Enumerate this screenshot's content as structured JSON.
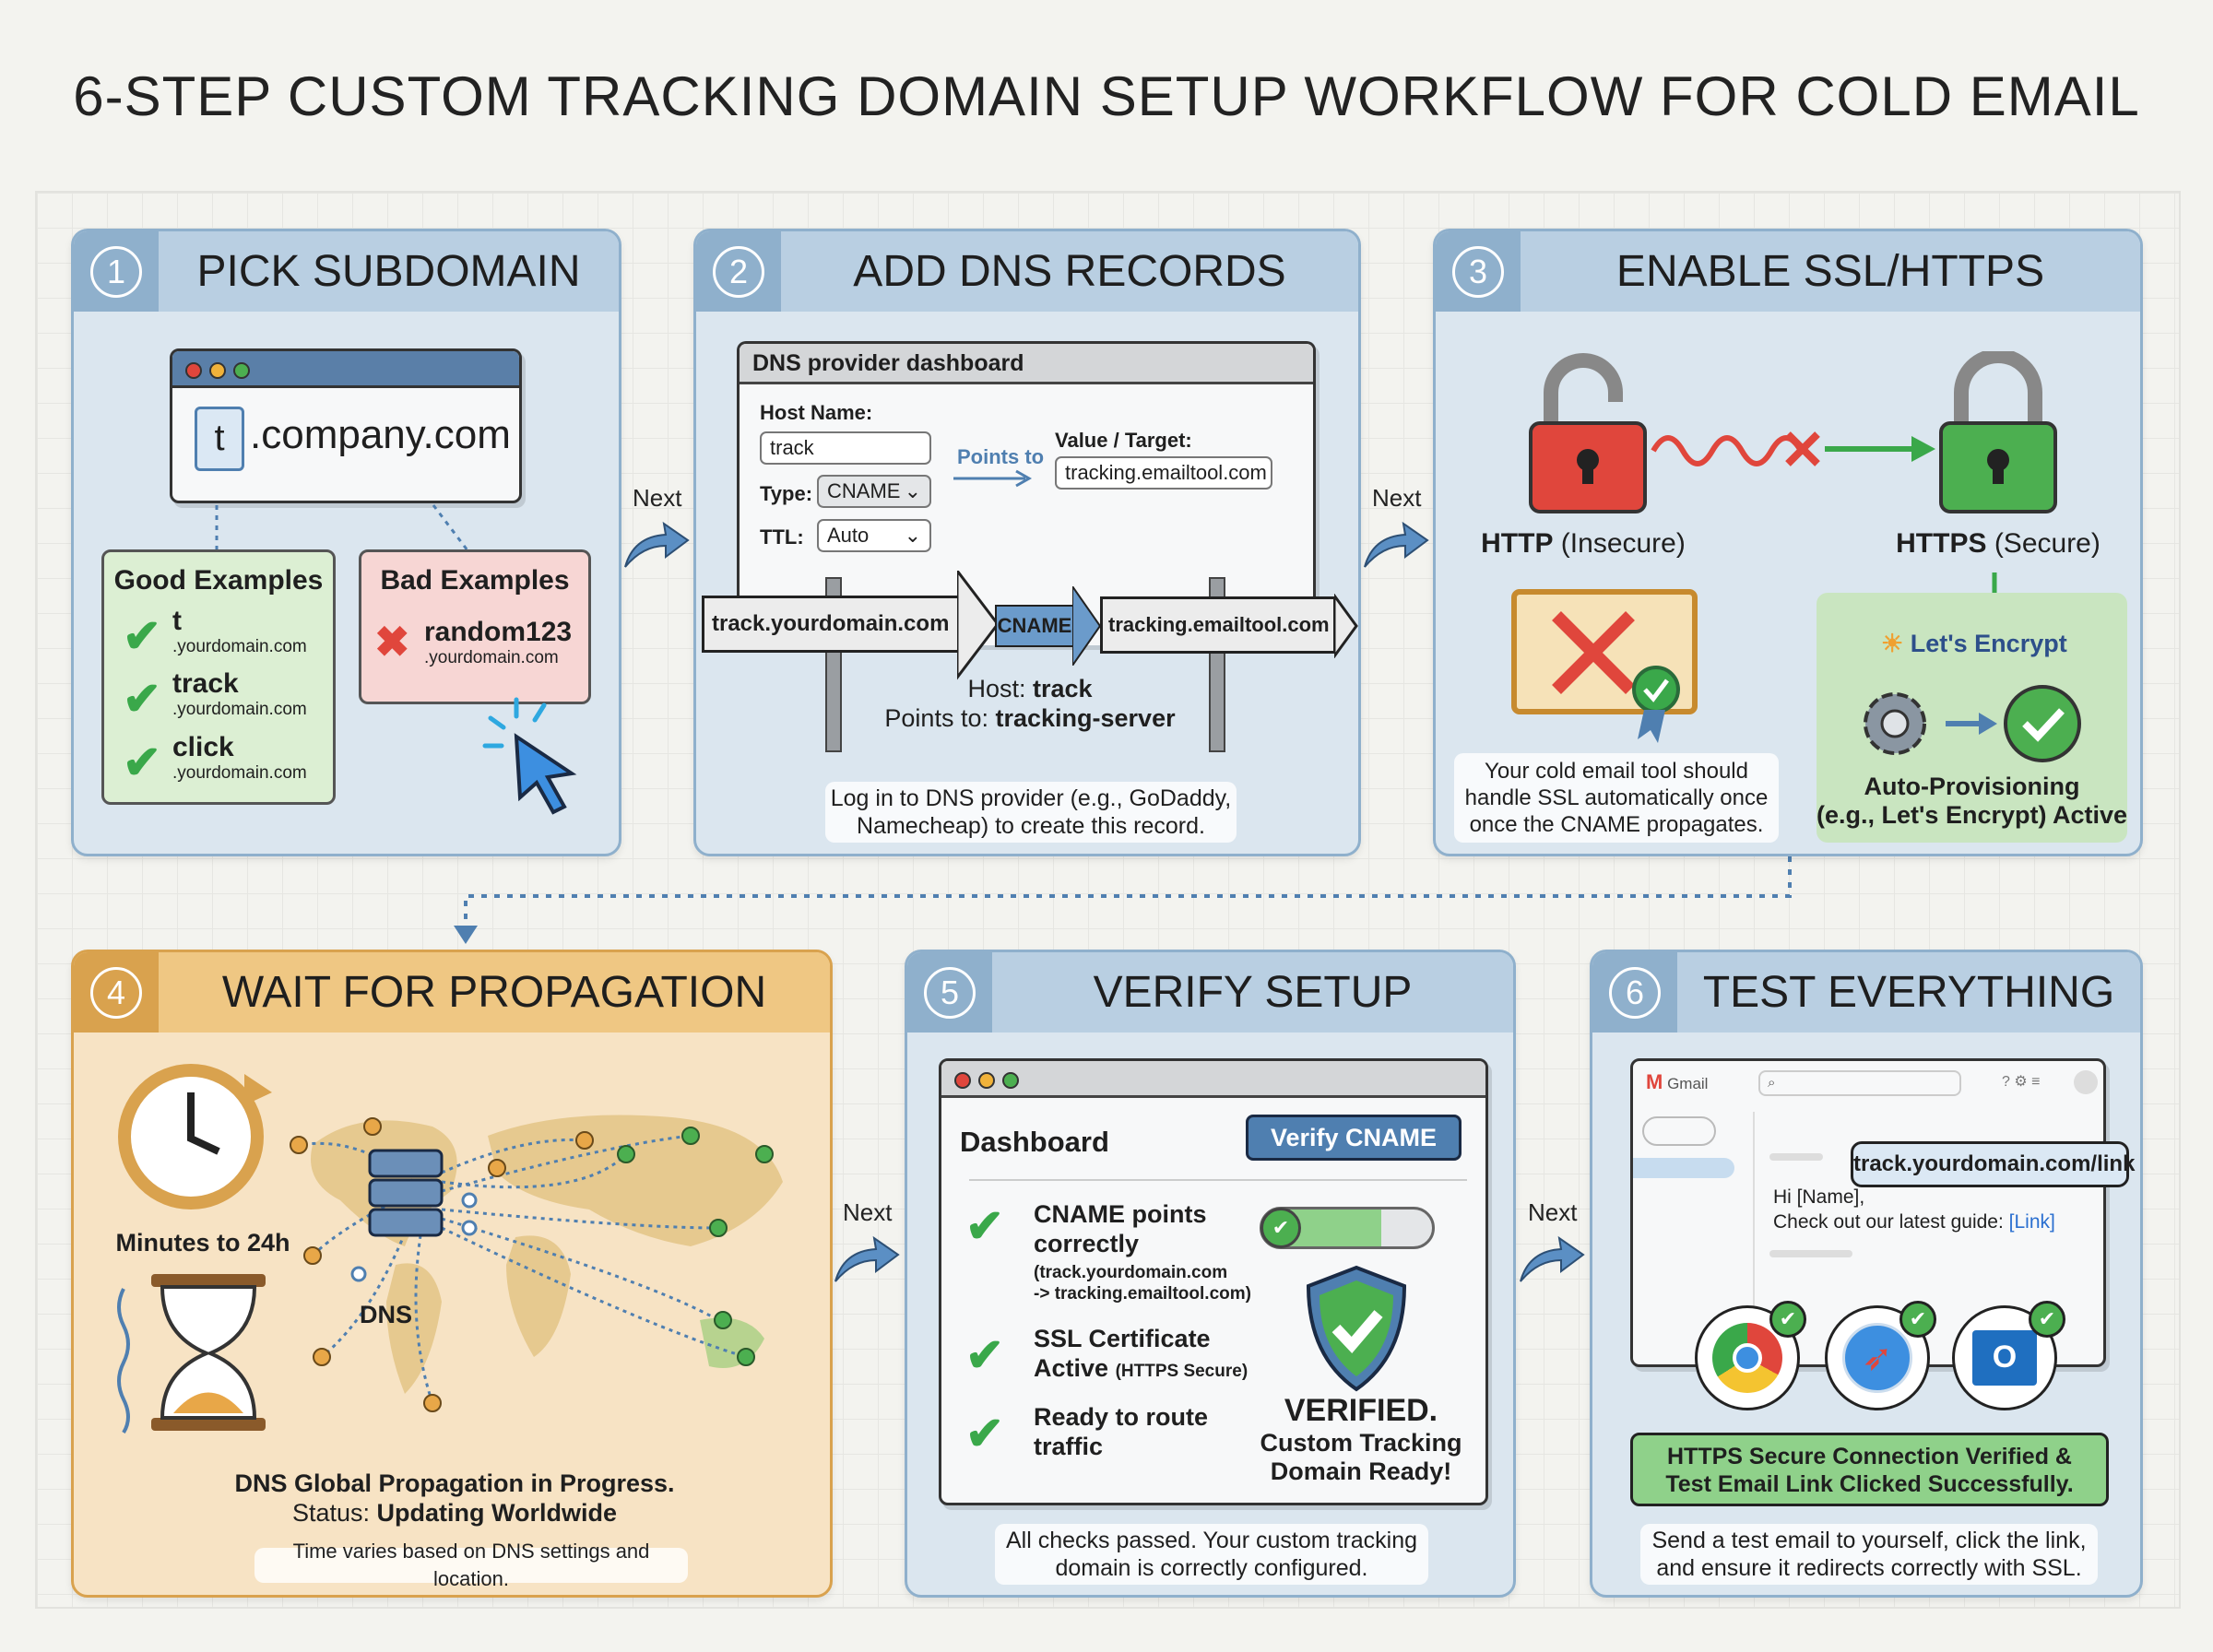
{
  "title": "6-STEP CUSTOM TRACKING DOMAIN SETUP WORKFLOW FOR COLD EMAIL",
  "next_label": "Next",
  "colors": {
    "blue_header": "#b9cfe2",
    "orange_header": "#efc783",
    "green": "#3aa84a",
    "red": "#e0463c",
    "accent_blue": "#4f7fb0"
  },
  "steps": [
    {
      "number": "1",
      "title": "PICK SUBDOMAIN",
      "browser": {
        "subdomain": "t",
        "domain": ".company.com"
      },
      "good": {
        "heading": "Good Examples",
        "items": [
          {
            "sub": "t",
            "domain": ".yourdomain.com"
          },
          {
            "sub": "track",
            "domain": ".yourdomain.com"
          },
          {
            "sub": "click",
            "domain": ".yourdomain.com"
          }
        ]
      },
      "bad": {
        "heading": "Bad Examples",
        "items": [
          {
            "sub": "random123",
            "domain": ".yourdomain.com"
          }
        ]
      }
    },
    {
      "number": "2",
      "title": "ADD DNS RECORDS",
      "dashboard": {
        "title": "DNS provider dashboard",
        "host_label": "Host Name:",
        "host_value": "track",
        "type_label": "Type:",
        "type_value": "CNAME",
        "ttl_label": "TTL:",
        "ttl_value": "Auto",
        "points_to": "Points to",
        "target_label": "Value / Target:",
        "target_value": "tracking.emailtool.com"
      },
      "signs": {
        "left": "track.yourdomain.com",
        "middle": "CNAME",
        "right": "tracking.emailtool.com"
      },
      "host_line": {
        "prefix": "Host: ",
        "value": "track"
      },
      "points_line": {
        "prefix": "Points to: ",
        "value": "tracking-server"
      },
      "note": [
        "Log in to DNS provider (e.g., GoDaddy,",
        "Namecheap) to create this record."
      ]
    },
    {
      "number": "3",
      "title": "ENABLE SSL/HTTPS",
      "http": {
        "bold": "HTTP",
        "rest": " (Insecure)"
      },
      "https": {
        "bold": "HTTPS",
        "rest": " (Secure)"
      },
      "note": [
        "Your cold email tool should",
        "handle SSL automatically once",
        "once the CNAME propagates."
      ],
      "lets_encrypt": "Let's Encrypt",
      "auto": [
        "Auto-Provisioning",
        "(e.g., Let's Encrypt) Active"
      ]
    },
    {
      "number": "4",
      "title": "WAIT FOR PROPAGATION",
      "clock_label": "Minutes to 24h",
      "dns_label": "DNS",
      "status_line1": "DNS Global Propagation in Progress.",
      "status_prefix": "Status: ",
      "status_value": "Updating Worldwide",
      "note": "Time varies based on DNS settings and location."
    },
    {
      "number": "5",
      "title": "VERIFY SETUP",
      "dashboard_title": "Dashboard",
      "verify_button": "Verify CNAME",
      "checks": [
        {
          "lines": [
            "CNAME points",
            "correctly"
          ],
          "detail": [
            "(track.yourdomain.com",
            "-> tracking.emailtool.com)"
          ]
        },
        {
          "lines": [
            "SSL Certificate",
            "Active"
          ],
          "suffix": "(HTTPS Secure)"
        },
        {
          "lines": [
            "Ready to route",
            "traffic"
          ]
        }
      ],
      "toggle_on": true,
      "verified": "VERIFIED.",
      "verified_sub": [
        "Custom Tracking",
        "Domain Ready!"
      ],
      "note": [
        "All checks passed. Your custom tracking",
        "domain is correctly configured."
      ]
    },
    {
      "number": "6",
      "title": "TEST EVERYTHING",
      "gmail_label": "Gmail",
      "tooltip": "track.yourdomain.com/link",
      "greeting": "Hi [Name],",
      "body_prefix": "Check out our latest guide: ",
      "link_text": "[Link]",
      "browsers": [
        "chrome",
        "safari",
        "outlook"
      ],
      "banner": [
        "HTTPS Secure Connection Verified &",
        "Test Email Link Clicked Successfully."
      ],
      "note": [
        "Send a test email to yourself, click the link,",
        "and ensure it redirects correctly with SSL."
      ]
    }
  ]
}
